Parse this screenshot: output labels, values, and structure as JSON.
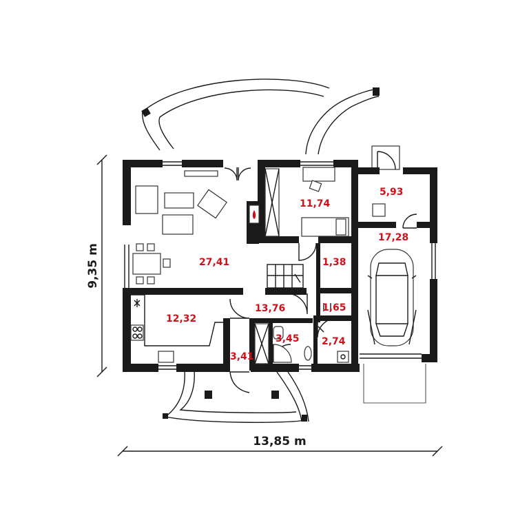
{
  "dimensions": {
    "width_label": "13,85 m",
    "height_label": "9,35 m"
  },
  "rooms": {
    "living": "27,41",
    "room": "11,74",
    "technical": "5,93",
    "garage": "17,28",
    "kitchen": "12,32",
    "hall": "13,76",
    "closet": "1,38",
    "wc": "1,65",
    "bathroom": "3,45",
    "boiler": "2,74",
    "vestibule": "3,41"
  },
  "colors": {
    "wall": "#1a1a1a",
    "area_label": "#d0101a"
  }
}
